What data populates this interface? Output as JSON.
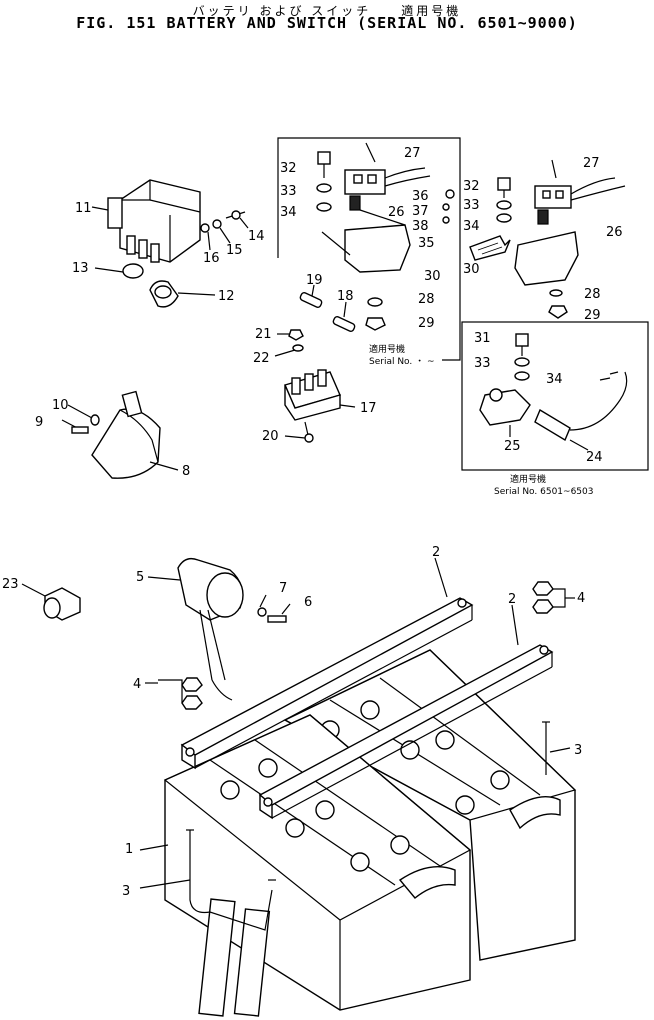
{
  "title_jp": "バッテリ および スイッチ　　適用号機",
  "title": "FIG. 151  BATTERY AND SWITCH (SERIAL NO. 6501~9000)",
  "callouts": [
    "1",
    "2",
    "2",
    "3",
    "3",
    "4",
    "4",
    "5",
    "6",
    "7",
    "8",
    "9",
    "10",
    "11",
    "12",
    "13",
    "14",
    "15",
    "16",
    "17",
    "18",
    "19",
    "20",
    "21",
    "22",
    "23",
    "24",
    "25",
    "26",
    "26",
    "27",
    "27",
    "28",
    "28",
    "29",
    "29",
    "30",
    "30",
    "31",
    "32",
    "32",
    "33",
    "33",
    "33",
    "34",
    "34",
    "34",
    "35",
    "36",
    "37",
    "38"
  ],
  "serial_box_1": {
    "jp": "適用号機",
    "text": "Serial  No.      ・ ~"
  },
  "serial_box_2": {
    "jp": "適用号機",
    "text": "Serial  No. 6501~6503"
  }
}
